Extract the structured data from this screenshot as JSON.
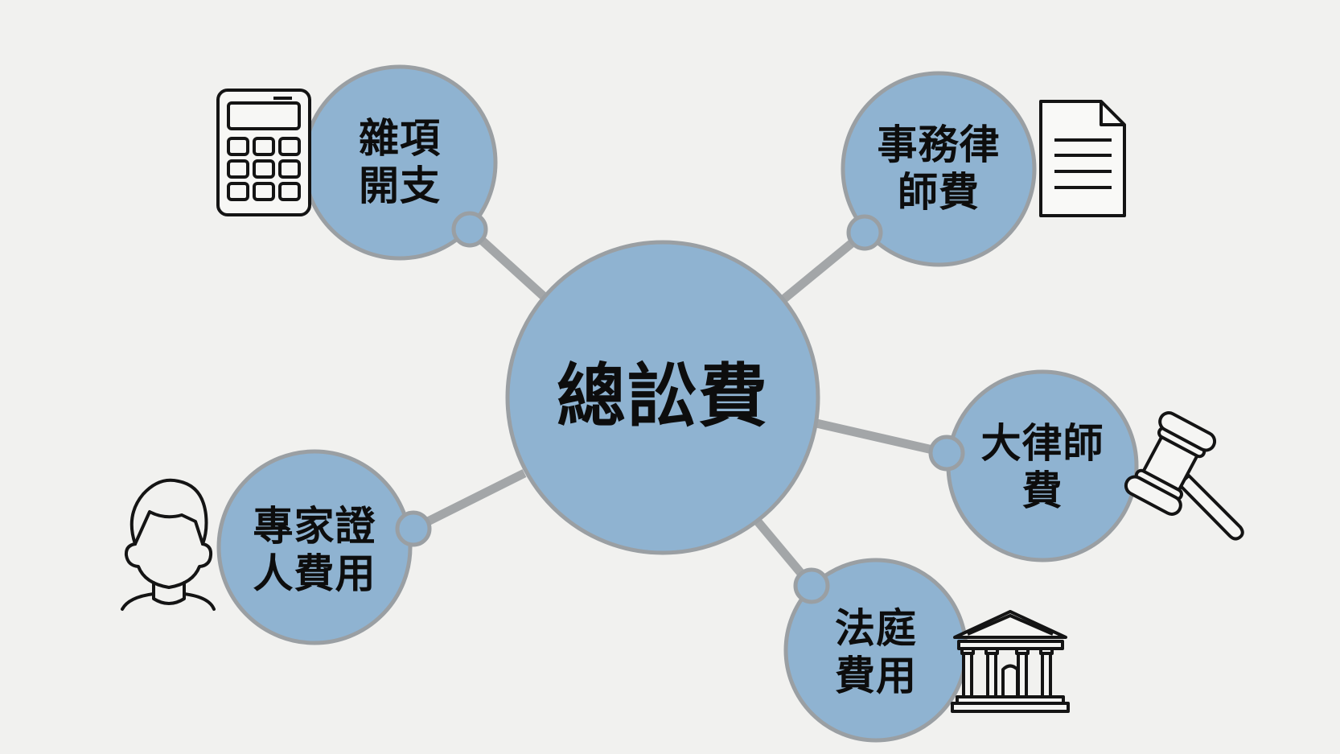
{
  "diagram": {
    "type": "mind-map",
    "colors": {
      "background": "#f1f1ef",
      "node_fill": "#8fb3d1",
      "node_stroke": "#9a9fa3",
      "connector": "#a3a6a8",
      "text": "#0d0d0d",
      "icon_stroke": "#141414"
    },
    "hub": {
      "label": "總訟費"
    },
    "nodes": [
      {
        "id": "misc",
        "label": "雜項\n開支",
        "icon": "calculator-icon"
      },
      {
        "id": "solicitor",
        "label": "事務律\n師費",
        "icon": "document-icon"
      },
      {
        "id": "barrister",
        "label": "大律師\n費",
        "icon": "gavel-icon"
      },
      {
        "id": "court",
        "label": "法庭\n費用",
        "icon": "courthouse-icon"
      },
      {
        "id": "expert",
        "label": "專家證\n人費用",
        "icon": "person-icon"
      }
    ]
  }
}
